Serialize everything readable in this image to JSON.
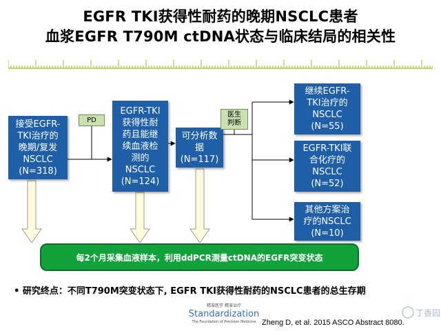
{
  "title": {
    "line1": "EGFR TKI获得性耐药的晚期NSCLC患者",
    "line2": "血浆EGFR T790M ctDNA状态与临床结局的相关性"
  },
  "flow": {
    "box_start": "接受EGFR-\nTKI治疗的\n晚期/复发\nNSCLC\n(N=318)",
    "box_resistant": "EGFR-TKI\n获得性耐\n药且能继\n续血液检\n测的\nNSCLC\n(N=124)",
    "box_analyzable": "可分析数\n据\n(N=117)",
    "box_continue": "继续EGFR-\nTKI治疗的\nNSCLC\n(N=55)",
    "box_combo": "EGFR-TKI联\n合化疗的\nNSCLC\n(N=52)",
    "box_other": "其他方案治\n疗的NSCLC\n(N=10)",
    "tag_pd": "PD",
    "tag_doctor": "医生\n判断"
  },
  "banner": "每2个月采集血液样本，利用ddPCR测量ctDNA的EGFR突变状态",
  "endpoint": "•  研究终点：不同T790M突变状态下, EGFR TKI获得性耐药的NSCLC患者的总生存期",
  "logo": {
    "top_line": "精准医学  精准治疗",
    "main": "Standardization",
    "sub": "The Foundation of Precision Medicine"
  },
  "watermark": "丁香园",
  "citation": "Zheng D, et al. 2015 ASCO Abstract 8080.",
  "colors": {
    "box": "#1f5fa8",
    "banner": "#13a13b",
    "tag": "#c9e0b2",
    "ruler": "#a9c93c"
  }
}
